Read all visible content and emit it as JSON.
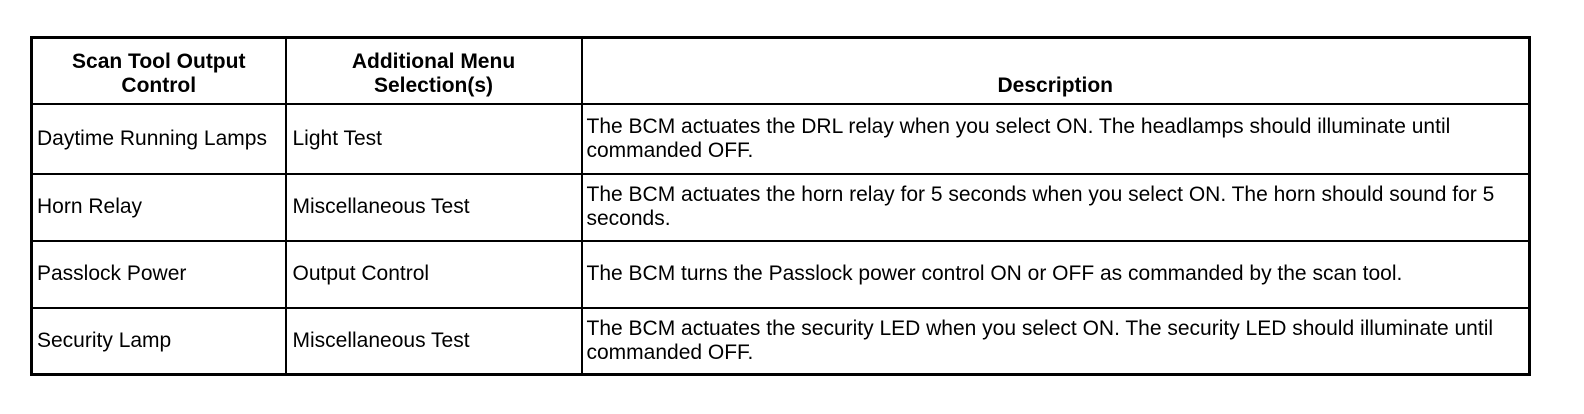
{
  "table": {
    "headers": [
      "Scan Tool Output Control",
      "Additional Menu Selection(s)",
      "Description"
    ],
    "rows": [
      {
        "output_control": "Daytime Running Lamps",
        "menu_selection": "Light Test",
        "description": "The BCM actuates the DRL relay when you select ON. The headlamps should illuminate until commanded OFF."
      },
      {
        "output_control": "Horn Relay",
        "menu_selection": "Miscellaneous Test",
        "description": "The BCM actuates the horn relay for 5 seconds when you select ON. The horn should sound for 5 seconds."
      },
      {
        "output_control": "Passlock Power",
        "menu_selection": "Output Control",
        "description": "The BCM turns the Passlock power control ON or OFF as commanded by the scan tool."
      },
      {
        "output_control": "Security Lamp",
        "menu_selection": "Miscellaneous Test",
        "description": "The BCM actuates the security LED when you select ON. The security LED should illuminate until commanded OFF."
      }
    ]
  }
}
